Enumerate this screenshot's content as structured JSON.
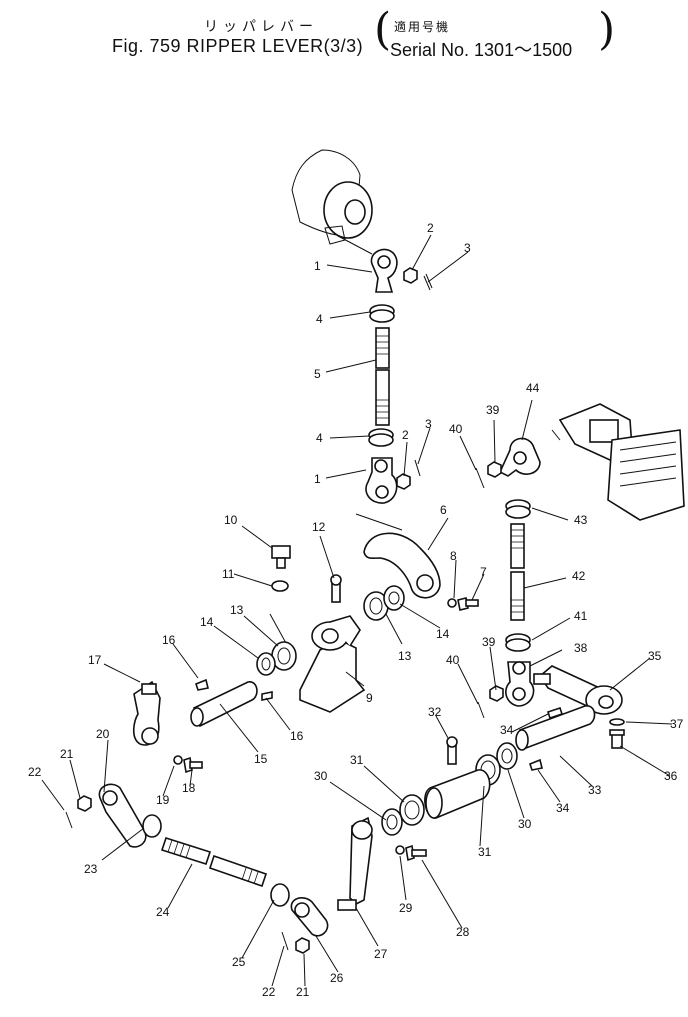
{
  "header": {
    "japanese_title": "リッパレバー",
    "figure_title": "Fig. 759 RIPPER LEVER(3/3)",
    "applicability": "適用号機",
    "serial": "Serial No. 1301～1500"
  },
  "labels": [
    "1",
    "2",
    "3",
    "4",
    "5",
    "4",
    "2",
    "3",
    "1",
    "40",
    "39",
    "44",
    "43",
    "42",
    "41",
    "6",
    "8",
    "7",
    "10",
    "11",
    "12",
    "13",
    "14",
    "13",
    "14",
    "16",
    "9",
    "16",
    "15",
    "17",
    "20",
    "21",
    "22",
    "19",
    "18",
    "23",
    "24",
    "25",
    "22",
    "21",
    "26",
    "27",
    "28",
    "29",
    "31",
    "30",
    "32",
    "31",
    "30",
    "33",
    "34",
    "34",
    "35",
    "37",
    "36",
    "38",
    "39",
    "40"
  ]
}
